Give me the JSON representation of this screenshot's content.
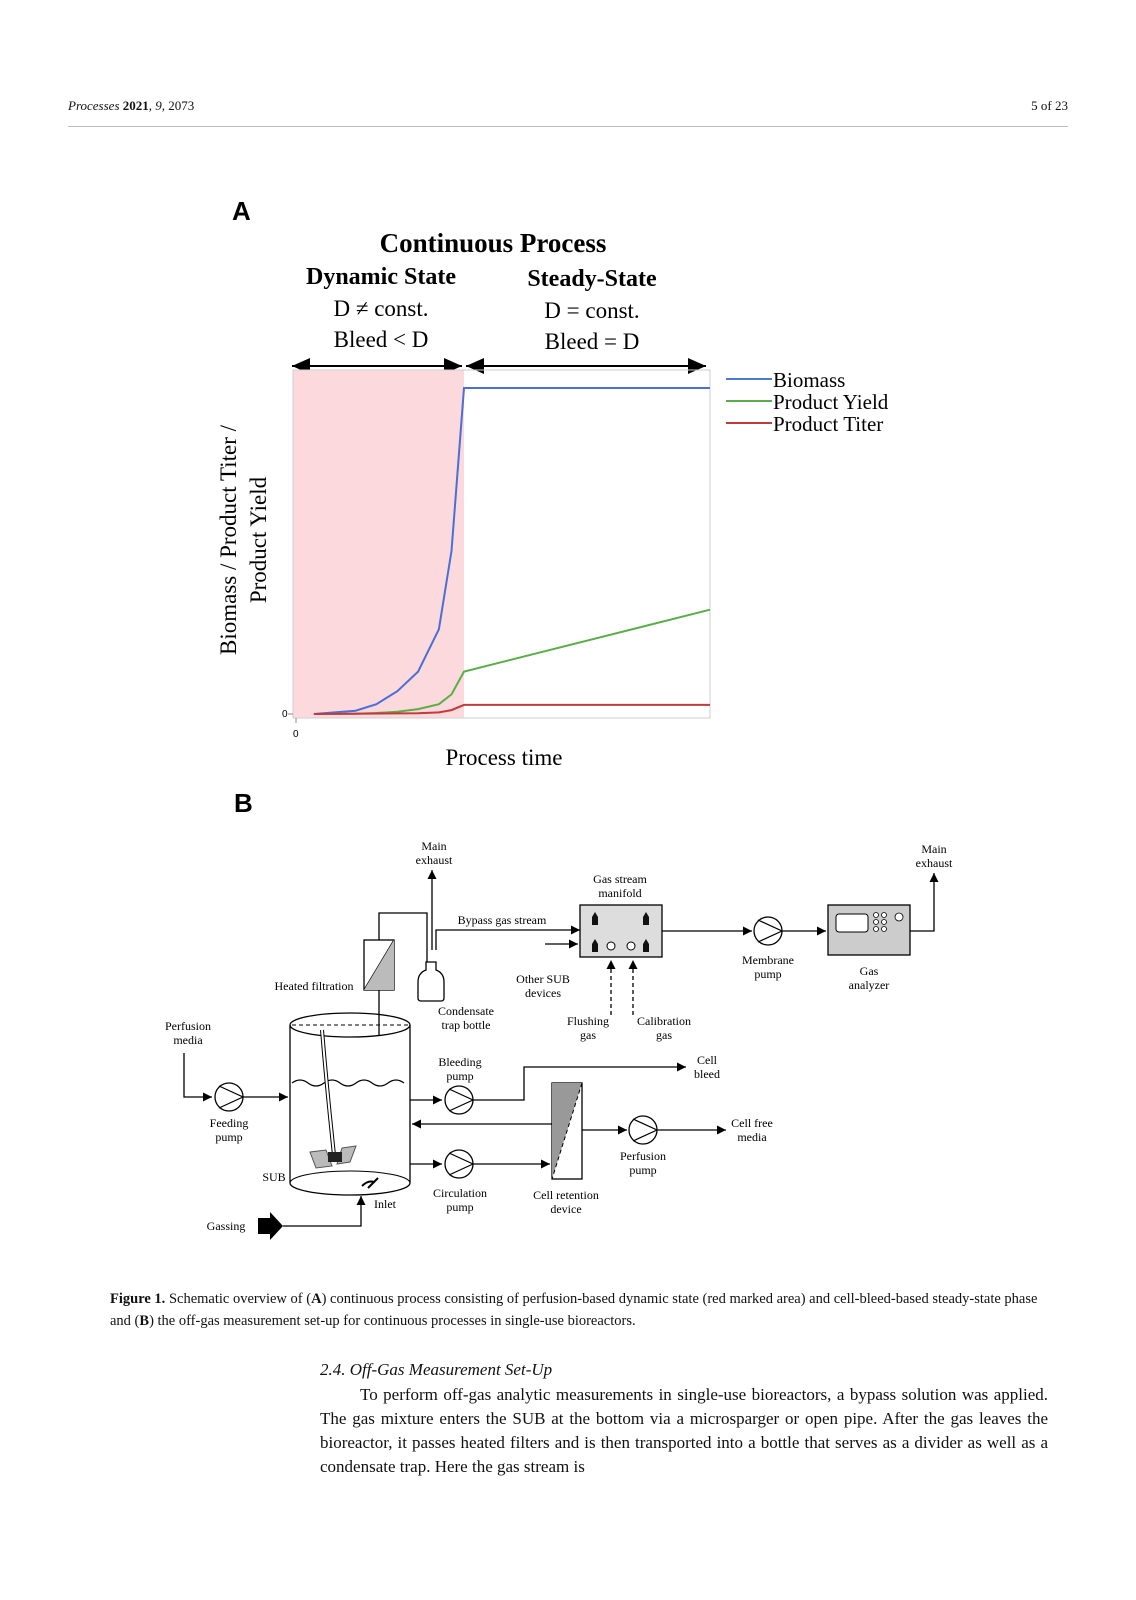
{
  "header": {
    "journal": "Processes",
    "year": "2021",
    "volume": "9",
    "article": "2073",
    "page": "5 of 23"
  },
  "panelA": {
    "label": "A",
    "title": "Continuous Process",
    "phases": [
      {
        "name": "Dynamic State",
        "line1": "D ≠ const.",
        "line2": "Bleed < D"
      },
      {
        "name": "Steady-State",
        "line1": "D = const.",
        "line2": "Bleed = D"
      }
    ]
  },
  "chart_data": {
    "type": "line",
    "title": "",
    "xlabel": "Process time",
    "ylabel_line1": "Biomass / Product Titer /",
    "ylabel_line2": "Product Yield",
    "x_tick": "0",
    "y_tick": "0",
    "xlim": [
      0,
      1
    ],
    "ylim": [
      0,
      1
    ],
    "legend_position": "right",
    "shaded_region": {
      "x_start": 0,
      "x_end": 0.41,
      "color": "#fcd9dc",
      "label": "Dynamic State"
    },
    "series": [
      {
        "name": "Biomass",
        "color": "#4a6fd6",
        "x": [
          0.05,
          0.1,
          0.15,
          0.2,
          0.25,
          0.3,
          0.35,
          0.38,
          0.41,
          1.0
        ],
        "y": [
          0,
          0.005,
          0.01,
          0.03,
          0.07,
          0.13,
          0.26,
          0.5,
          1.0,
          1.0
        ]
      },
      {
        "name": "Product Yield",
        "color": "#5aae4a",
        "x": [
          0.05,
          0.15,
          0.2,
          0.25,
          0.3,
          0.35,
          0.38,
          0.41,
          1.0
        ],
        "y": [
          0,
          0.001,
          0.003,
          0.007,
          0.015,
          0.03,
          0.06,
          0.13,
          0.32
        ]
      },
      {
        "name": "Product Titer",
        "color": "#c23b3b",
        "x": [
          0.05,
          0.3,
          0.35,
          0.38,
          0.41,
          1.0
        ],
        "y": [
          0,
          0.002,
          0.005,
          0.012,
          0.028,
          0.028
        ]
      }
    ]
  },
  "panelB": {
    "label": "B",
    "labels": {
      "main_exhaust_1a": "Main",
      "main_exhaust_1b": "exhaust",
      "main_exhaust_2a": "Main",
      "main_exhaust_2b": "exhaust",
      "bypass": "Bypass gas stream",
      "manifold_a": "Gas stream",
      "manifold_b": "manifold",
      "other_sub_a": "Other SUB",
      "other_sub_b": "devices",
      "membrane_pump_a": "Membrane",
      "membrane_pump_b": "pump",
      "gas_analyzer_a": "Gas",
      "gas_analyzer_b": "analyzer",
      "heated_filtration": "Heated filtration",
      "condensate_a": "Condensate",
      "condensate_b": "trap bottle",
      "flushing_a": "Flushing",
      "flushing_b": "gas",
      "calibration_a": "Calibration",
      "calibration_b": "gas",
      "perfusion_media_a": "Perfusion",
      "perfusion_media_b": "media",
      "bleeding_pump_a": "Bleeding",
      "bleeding_pump_b": "pump",
      "cell_bleed_a": "Cell",
      "cell_bleed_b": "bleed",
      "feeding_pump_a": "Feeding",
      "feeding_pump_b": "pump",
      "cell_free_a": "Cell free",
      "cell_free_b": "media",
      "perfusion_pump_a": "Perfusion",
      "perfusion_pump_b": "pump",
      "sub": "SUB",
      "inlet": "Inlet",
      "circulation_a": "Circulation",
      "circulation_b": "pump",
      "retention_a": "Cell retention",
      "retention_b": "device",
      "gassing": "Gassing"
    }
  },
  "caption": {
    "label": "Figure 1.",
    "t1": " Schematic overview of (",
    "a": "A",
    "t2": ") continuous process consisting of perfusion-based dynamic state (red marked area) and cell-bleed-based steady-state phase and (",
    "b": "B",
    "t3": ") the off-gas measurement set-up for continuous processes in single-use bioreactors."
  },
  "section": {
    "title": "2.4. Off-Gas Measurement Set-Up",
    "paragraph": "To perform off-gas analytic measurements in single-use bioreactors, a bypass solution was applied. The gas mixture enters the SUB at the bottom via a microsparger or open pipe. After the gas leaves the bioreactor, it passes heated filters and is then transported into a bottle that serves as a divider as well as a condensate trap. Here the gas stream is"
  }
}
